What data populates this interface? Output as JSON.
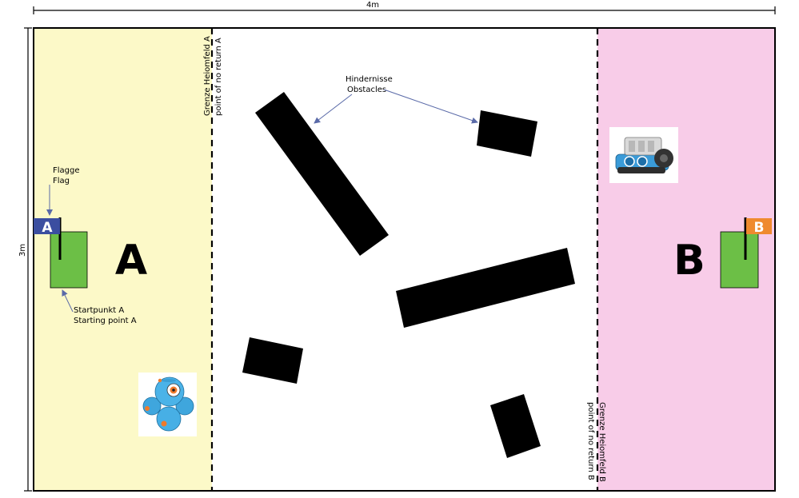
{
  "dimensions": {
    "width_label": "4m",
    "height_label": "3m"
  },
  "zones": {
    "home_a": {
      "label": "A",
      "color": "#fcf9c8"
    },
    "home_b": {
      "label": "B",
      "color": "#f8cce8"
    },
    "middle": {
      "color": "#ffffff"
    }
  },
  "boundaries": {
    "a": {
      "line1": "Grenze Heiomfeld A",
      "line2": "point of no return A"
    },
    "b": {
      "line1": "Grenze Heiomfeld B",
      "line2": "point of no return B"
    }
  },
  "annotations": {
    "obstacles": {
      "line1": "Hindernisse",
      "line2": "Obstacles"
    },
    "flag": {
      "line1": "Flagge",
      "line2": "Flag"
    },
    "start_a": {
      "line1": "Startpunkt A",
      "line2": "Starting point A"
    }
  },
  "flags": {
    "a": {
      "label": "A",
      "color": "#3b4ea0"
    },
    "b": {
      "label": "B",
      "color": "#ef8a2e"
    }
  },
  "colors": {
    "start_area": "#6cbf46",
    "obstacle": "#000000",
    "arrow": "#5a6aa8"
  },
  "robots": {
    "a": {
      "name": "blue-spherical-robot"
    },
    "b": {
      "name": "blue-tracked-robot"
    }
  }
}
